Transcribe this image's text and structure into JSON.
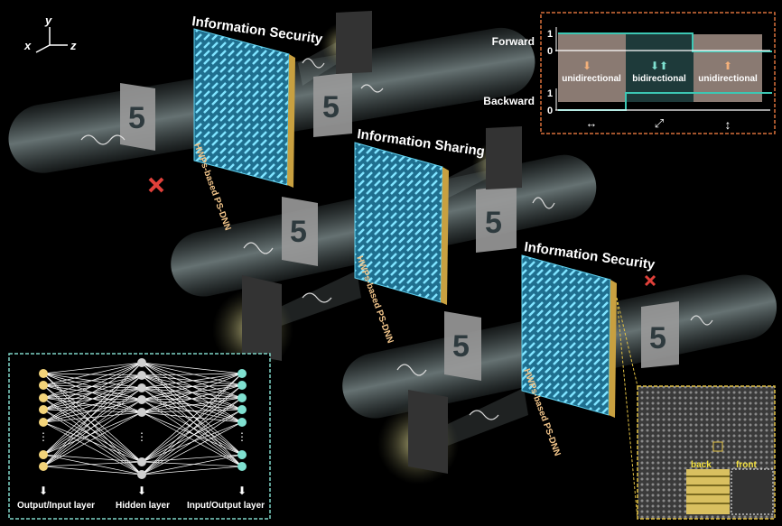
{
  "axes": {
    "x": "x",
    "y": "y",
    "z": "z"
  },
  "panels": [
    {
      "title": "Information Security",
      "side_label": "HWPs-based PS-DNN"
    },
    {
      "title": "Information Sharing",
      "side_label": "HWPs-based PS-DNN"
    },
    {
      "title": "Information Security",
      "side_label": "HWPs-based PS-DNN"
    }
  ],
  "digit": "5",
  "direction_inset": {
    "forward_label": "Forward",
    "backward_label": "Backward",
    "tick_one": "1",
    "tick_zero": "0",
    "regions": [
      "unidirectional",
      "bidirectional",
      "unidirectional"
    ],
    "colors": {
      "unidirectional": "#8a7a72",
      "bidirectional": "#1e3a3a",
      "line": "#3cc7b4",
      "border": "#d9703a"
    }
  },
  "network_inset": {
    "labels": [
      "Output/Input layer",
      "Hidden layer",
      "Input/Output layer"
    ],
    "colors": {
      "left": "#f3d47a",
      "hidden": "#cfcfcf",
      "right": "#7fe0d0",
      "border": "#7fd6c8"
    }
  },
  "sem_inset": {
    "back_label": "back",
    "front_label": "front",
    "border": "#e3c244"
  },
  "blocked_marker_color": "#e0403a"
}
